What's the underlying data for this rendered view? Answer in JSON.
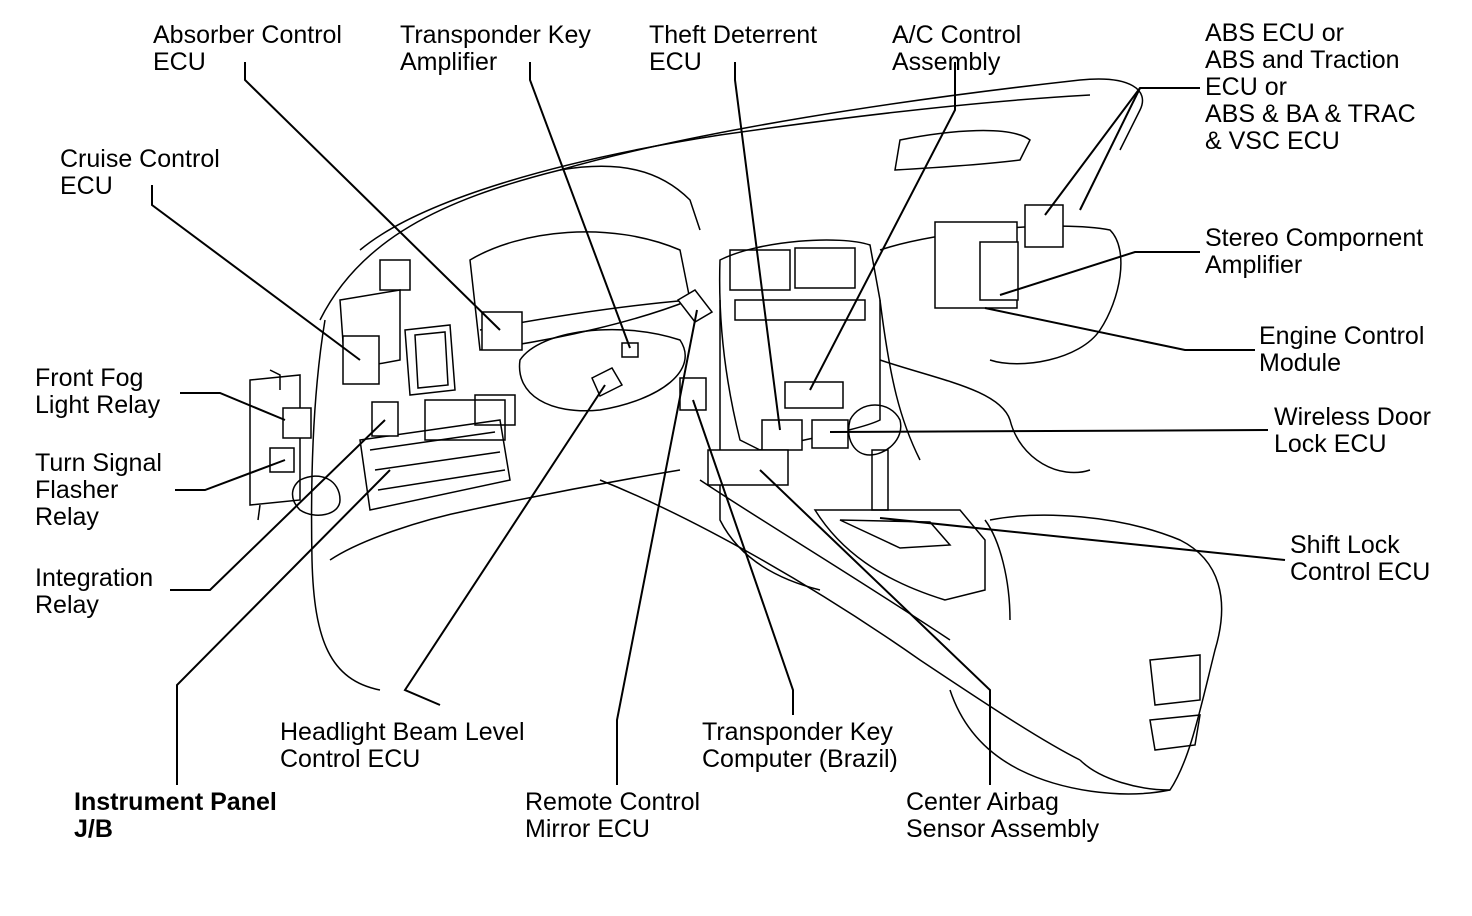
{
  "labels": {
    "absorber_control_ecu": [
      "Absorber Control",
      "ECU"
    ],
    "transponder_key_amplifier": [
      "Transponder Key",
      "Amplifier"
    ],
    "theft_deterrent_ecu": [
      "Theft Deterrent",
      "ECU"
    ],
    "ac_control_assembly": [
      "A/C Control",
      "Assembly"
    ],
    "abs_ecu": [
      "ABS ECU or",
      "ABS and Traction",
      "ECU or",
      "ABS & BA & TRAC",
      "& VSC ECU"
    ],
    "cruise_control_ecu": [
      "Cruise Control",
      "ECU"
    ],
    "stereo_component_amplifier": [
      "Stereo Compornent",
      "Amplifier"
    ],
    "engine_control_module": [
      "Engine Control",
      "Module"
    ],
    "front_fog_light_relay": [
      "Front Fog",
      "Light Relay"
    ],
    "wireless_door_lock_ecu": [
      "Wireless Door",
      "Lock ECU"
    ],
    "turn_signal_flasher_relay": [
      "Turn Signal",
      "Flasher",
      "Relay"
    ],
    "shift_lock_control_ecu": [
      "Shift Lock",
      "Control ECU"
    ],
    "integration_relay": [
      "Integration",
      "Relay"
    ],
    "headlight_beam_level_control_ecu": [
      "Headlight Beam Level",
      "Control ECU"
    ],
    "transponder_key_computer": [
      "Transponder Key",
      "Computer (Brazil)"
    ],
    "instrument_panel_jb": [
      "Instrument Panel",
      "J/B"
    ],
    "remote_control_mirror_ecu": [
      "Remote Control",
      "Mirror ECU"
    ],
    "center_airbag_sensor_assembly": [
      "Center Airbag",
      "Sensor Assembly"
    ]
  },
  "colors": {
    "ink": "#000000",
    "paper": "#ffffff"
  }
}
